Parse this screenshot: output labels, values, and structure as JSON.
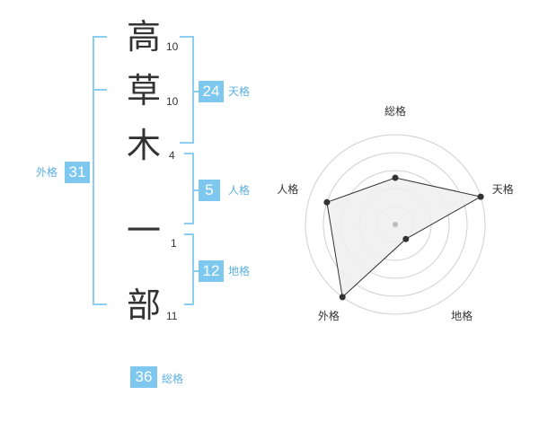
{
  "name": {
    "chars": [
      {
        "char": "高",
        "strokes": "10"
      },
      {
        "char": "草",
        "strokes": "10"
      },
      {
        "char": "木",
        "strokes": "4"
      },
      {
        "char": "一",
        "strokes": "1"
      },
      {
        "char": "部",
        "strokes": "11"
      }
    ]
  },
  "fortune": {
    "tenkaku": {
      "value": "24",
      "label": "天格"
    },
    "jinkaku": {
      "value": "5",
      "label": "人格"
    },
    "chikaku": {
      "value": "12",
      "label": "地格"
    },
    "gaikaku": {
      "value": "31",
      "label": "外格"
    },
    "soukaku": {
      "value": "36",
      "label": "総格"
    }
  },
  "chart_data": {
    "type": "radar",
    "axes": [
      "総格",
      "天格",
      "地格",
      "外格",
      "人格"
    ],
    "values": [
      2.6,
      5,
      1,
      5,
      4
    ],
    "rmax": 5,
    "rings": 5,
    "colors": {
      "fill": "#eeeeee",
      "line": "#333333",
      "ring": "#d0d0d0",
      "center": "#bbbbbb"
    }
  }
}
